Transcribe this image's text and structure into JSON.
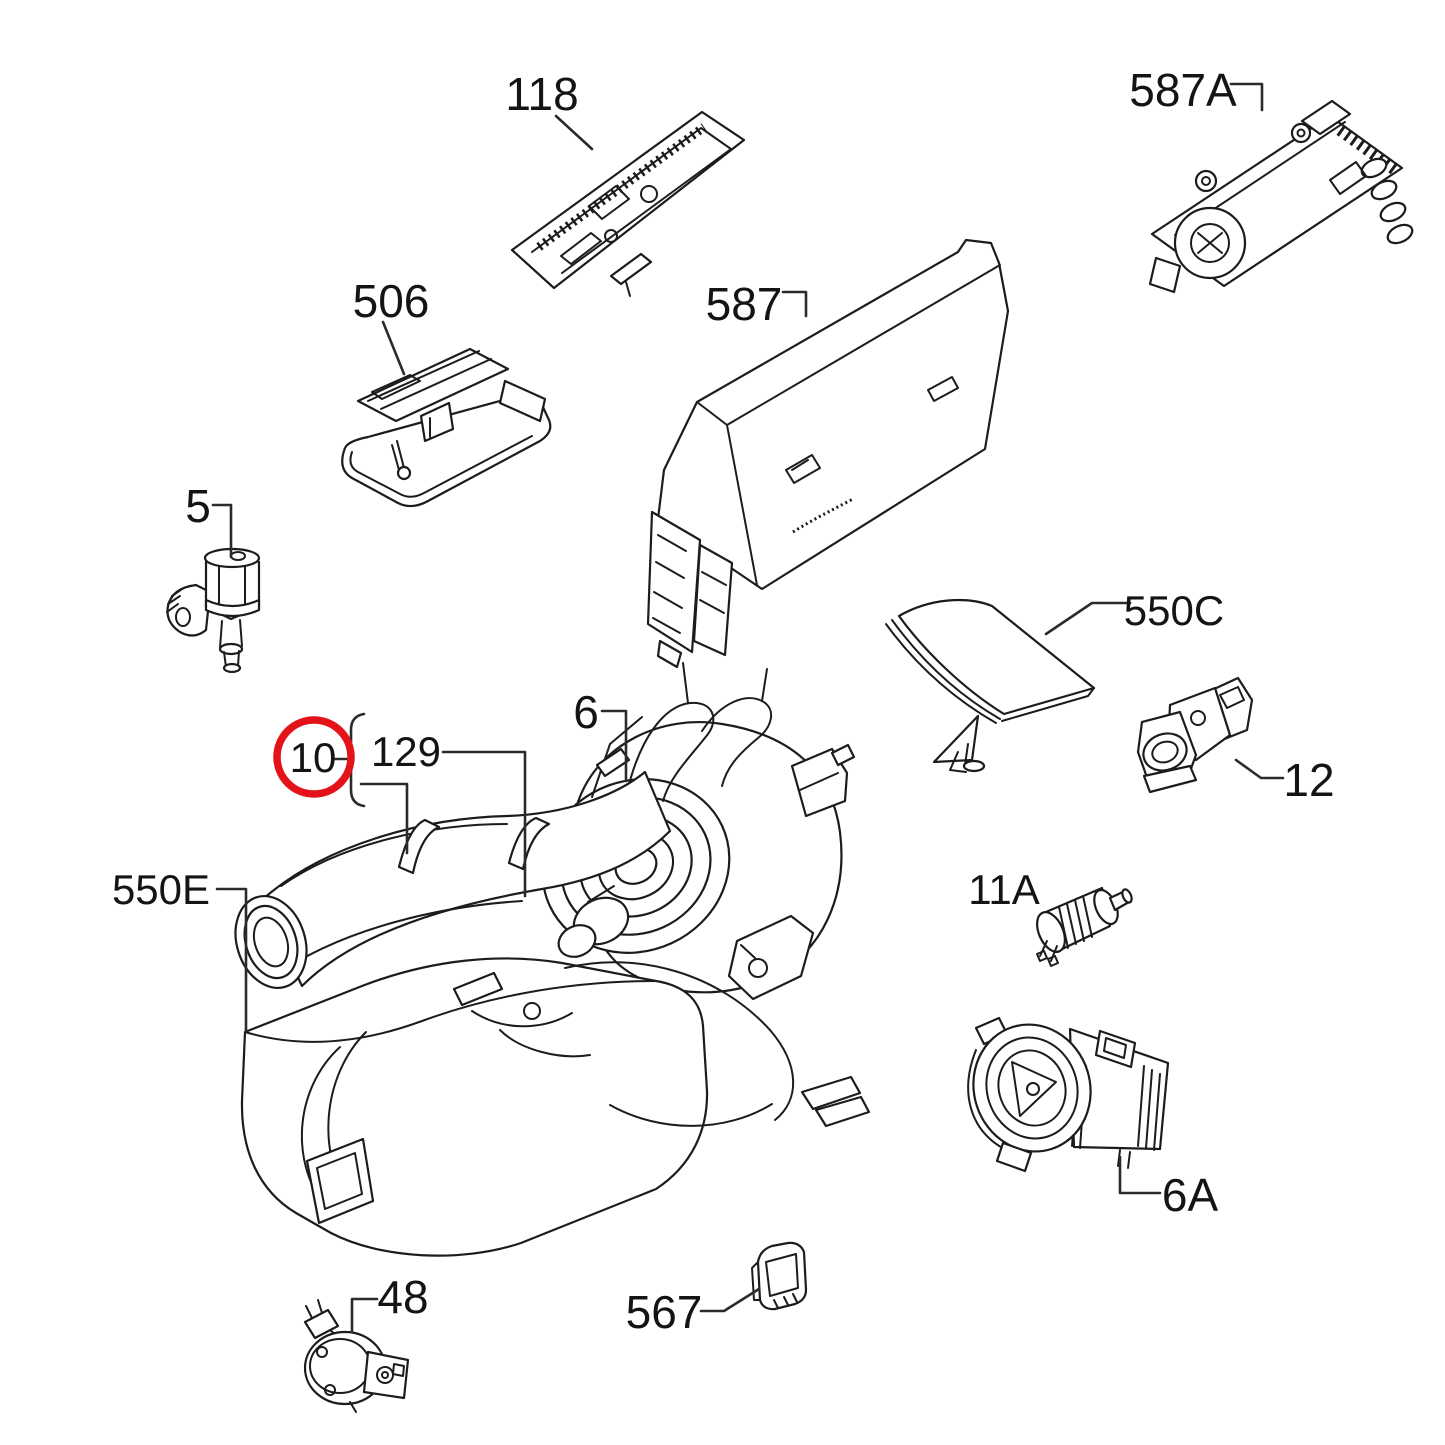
{
  "diagram": {
    "kind": "exploded-parts-diagram",
    "background": "#ffffff",
    "line_color": "#1c1c1c",
    "leader_color": "#2b2b2b"
  },
  "annotation": {
    "highlighted_part": "10",
    "highlight_color": "#e31319"
  },
  "parts": {
    "118": {
      "label": "118"
    },
    "587a": {
      "label": "587A"
    },
    "506": {
      "label": "506"
    },
    "587": {
      "label": "587"
    },
    "5": {
      "label": "5"
    },
    "550c": {
      "label": "550C"
    },
    "12": {
      "label": "12"
    },
    "10": {
      "label": "10"
    },
    "129": {
      "label": "129"
    },
    "6": {
      "label": "6"
    },
    "550e": {
      "label": "550E"
    },
    "11a": {
      "label": "11A"
    },
    "6a": {
      "label": "6A"
    },
    "48": {
      "label": "48"
    },
    "567": {
      "label": "567"
    }
  }
}
